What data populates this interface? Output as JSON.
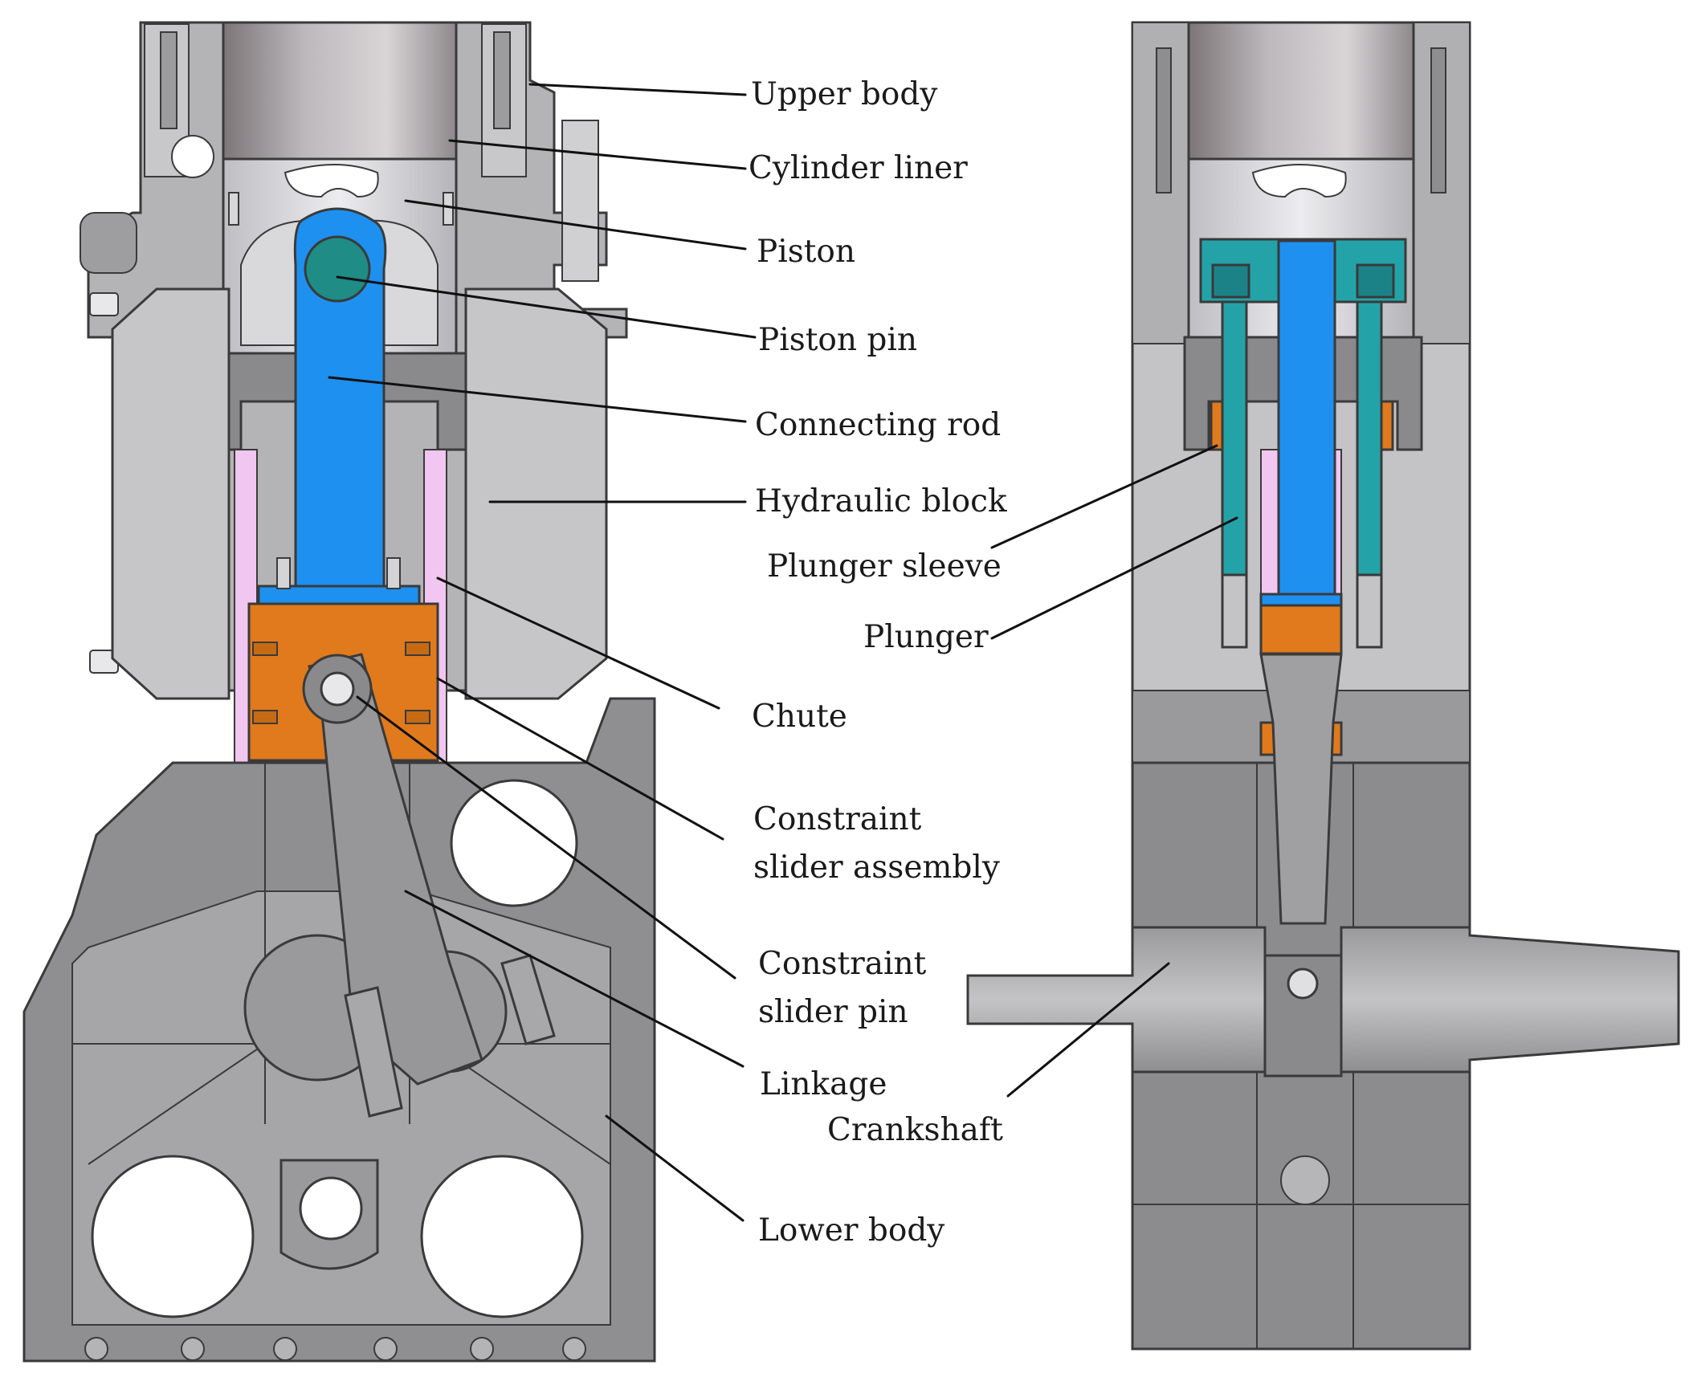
{
  "labels": {
    "upper_body": "Upper body",
    "cylinder_liner": "Cylinder liner",
    "piston": "Piston",
    "piston_pin": "Piston pin",
    "connecting_rod": "Connecting rod",
    "hydraulic_block": "Hydraulic block",
    "plunger_sleeve": "Plunger sleeve",
    "plunger": "Plunger",
    "chute": "Chute",
    "constraint_slider_assembly_line1": "Constraint",
    "constraint_slider_assembly_line2": "slider assembly",
    "constraint_slider_pin_line1": "Constraint",
    "constraint_slider_pin_line2": "slider pin",
    "linkage": "Linkage",
    "crankshaft": "Crankshaft",
    "lower_body": "Lower body"
  },
  "colors": {
    "housing_gray": "#b4b4b6",
    "housing_light": "#d3d3d5",
    "housing_dark": "#808082",
    "liner_gray": "#9a9698",
    "connecting_rod_blue": "#1e90f0",
    "piston_pin_teal": "#1f8c86",
    "plunger_teal": "#23a3a8",
    "slider_orange": "#e07a1c",
    "chute_pink": "#f1c6f0",
    "outline": "#3a3a3a"
  }
}
